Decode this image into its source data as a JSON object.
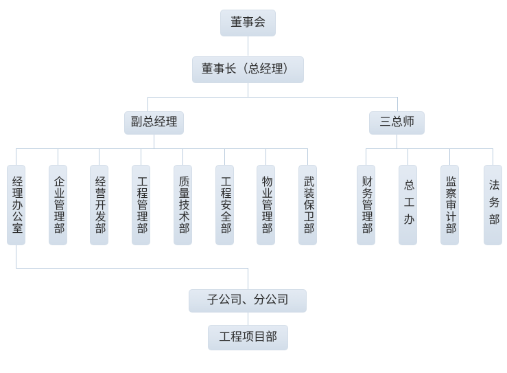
{
  "chart_title": "",
  "palette": {
    "box_fill_top": "#e3eaf3",
    "box_fill_bottom": "#d2dde9",
    "box_border": "#d3dde8",
    "line_color": "#b9cbdd",
    "text_color": "#2a2a2a",
    "background": "#ffffff"
  },
  "nodes": {
    "board": {
      "label": "董事会"
    },
    "chairman": {
      "label": "董事长（总经理）"
    },
    "deputy_gm": {
      "label": "副总经理"
    },
    "three_chiefs": {
      "label": "三总师"
    },
    "subsidiaries": {
      "label": "子公司、分公司"
    },
    "project_dept": {
      "label": "工程项目部"
    }
  },
  "departments_left": [
    {
      "label": "经理办公室"
    },
    {
      "label": "企业管理部"
    },
    {
      "label": "经营开发部"
    },
    {
      "label": "工程管理部"
    },
    {
      "label": "质量技术部"
    },
    {
      "label": "工程安全部"
    },
    {
      "label": "物业管理部"
    },
    {
      "label": "武装保卫部"
    }
  ],
  "departments_right": [
    {
      "label": "财务管理部"
    },
    {
      "label": "总工办"
    },
    {
      "label": "监察审计部"
    },
    {
      "label": "法务部"
    }
  ]
}
